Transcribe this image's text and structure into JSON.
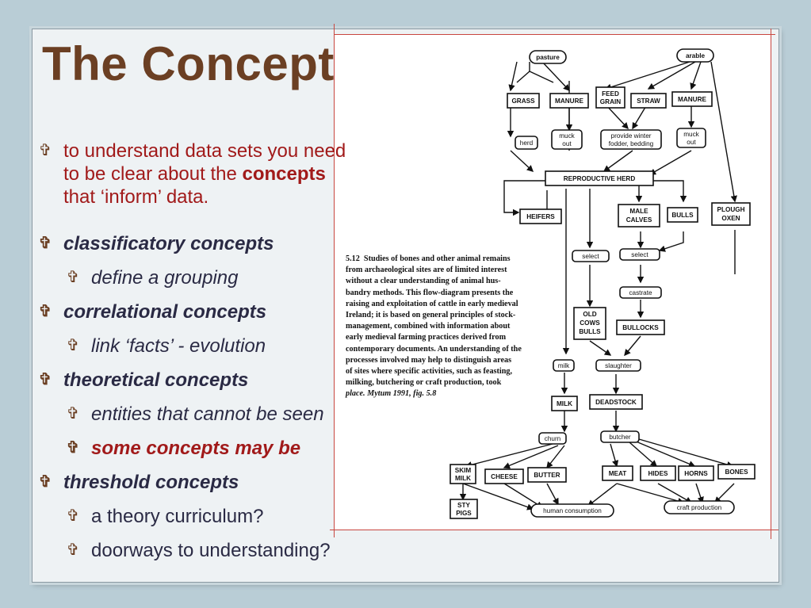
{
  "slide": {
    "title": "The Concept",
    "bullet_marker": "✞",
    "bullets": [
      {
        "level": 1,
        "text_a": "to understand data sets you need",
        "text_b": "to be clear about the ",
        "text_b_bold": "concepts",
        "text_c": "that ‘inform’ data."
      },
      {
        "level": 1,
        "text": "classificatory concepts"
      },
      {
        "level": 2,
        "text": "define a grouping"
      },
      {
        "level": 1,
        "text": "correlational concepts"
      },
      {
        "level": 2,
        "text": "link ‘facts’ - evolution"
      },
      {
        "level": 1,
        "text": "theoretical concepts"
      },
      {
        "level": 2,
        "text": "entities that cannot be seen"
      },
      {
        "level": 2,
        "text": "some concepts may be"
      },
      {
        "level": 1,
        "text": "threshold concepts"
      },
      {
        "level": 2,
        "text": "a theory curriculum?"
      },
      {
        "level": 2,
        "text": "doorways to understanding?"
      }
    ]
  },
  "figure": {
    "caption_number": "5.12",
    "caption_lines": [
      "Studies of bones and other animal remains",
      "from archaeological sites are of limited interest",
      "without a clear understanding of animal hus-",
      "bandry methods. This flow-diagram presents the",
      "raising and exploitation of cattle in early medieval",
      "Ireland; it is based on general principles of stock-",
      "management, combined with information about",
      "early medieval farming practices derived from",
      "contemporary documents. An understanding of the",
      "processes involved may help to distinguish areas",
      "of sites where specific activities, such as feasting,",
      "milking, butchering or craft production, took",
      "place. Mytum 1991, fig. 5.8"
    ],
    "nodes": {
      "pasture": "pasture",
      "arable": "arable",
      "grass": "GRASS",
      "manure1": "MANURE",
      "feed_grain_1": "FEED",
      "feed_grain_2": "GRAIN",
      "straw": "STRAW",
      "manure2": "MANURE",
      "herd": "herd",
      "muck_out1_1": "muck",
      "muck_out1_2": "out",
      "provide_1": "provide winter",
      "provide_2": "fodder, bedding",
      "muck_out2_1": "muck",
      "muck_out2_2": "out",
      "reproductive_herd": "REPRODUCTIVE HERD",
      "heifers": "HEIFERS",
      "male_calves_1": "MALE",
      "male_calves_2": "CALVES",
      "bulls": "BULLS",
      "plough_oxen_1": "PLOUGH",
      "plough_oxen_2": "OXEN",
      "select1": "select",
      "select2": "select",
      "castrate": "castrate",
      "old_cows_1": "OLD",
      "old_cows_2": "COWS",
      "old_cows_3": "BULLS",
      "bullocks": "BULLOCKS",
      "milk_proc": "milk",
      "slaughter": "slaughter",
      "milk": "MILK",
      "deadstock": "DEADSTOCK",
      "churn": "churn",
      "butcher": "butcher",
      "skim_milk_1": "SKIM",
      "skim_milk_2": "MILK",
      "cheese": "CHEESE",
      "butter": "BUTTER",
      "meat": "MEAT",
      "hides": "HIDES",
      "horns": "HORNS",
      "bones": "BONES",
      "sty_pigs_1": "STY",
      "sty_pigs_2": "PIGS",
      "human_consumption": "human consumption",
      "craft_production": "craft production"
    }
  }
}
